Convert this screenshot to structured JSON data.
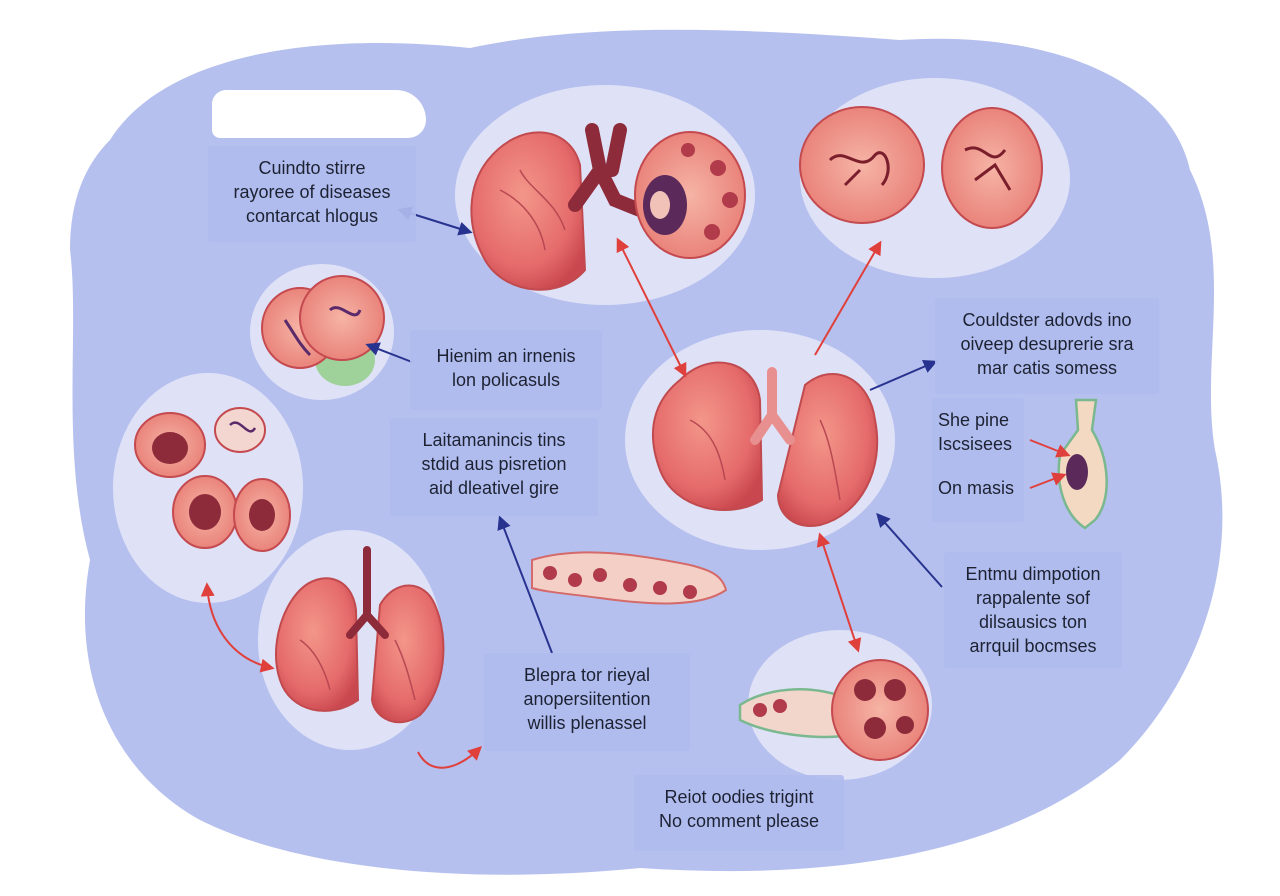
{
  "labels": {
    "top_left": [
      "Cuindto stirre",
      "rayoree of diseases",
      "contarcat hlogus"
    ],
    "mid_left": [
      "Hienim an irnenis",
      "lon policasuls"
    ],
    "center": [
      "Laitamanincis tins",
      "stdid aus pisretion",
      "aid dleativel gire"
    ],
    "bottom_center": [
      "Blepra tor rieyal",
      "anopersiitention",
      "willis plenassel"
    ],
    "bottom": [
      "Reiot oodies trigint",
      "No comment please"
    ],
    "right_top": [
      "Couldster adovds ino",
      "oiveep desuprerie sra",
      "mar catis somess"
    ],
    "right_mid_a": [
      "She pine",
      "Iscsisees"
    ],
    "right_mid_b": "On masis",
    "right_bottom": [
      "Entmu dimpotion",
      "rappalente sof",
      "dilsausics ton",
      "arrquil bocmses"
    ]
  },
  "colors": {
    "background_blob": "#b6c0ee",
    "label_box": "#b0bcee",
    "tissue": "#e56b6b",
    "tissue_dark": "#a52a3a",
    "arrow_red": "#e0403c",
    "arrow_blue": "#27338f",
    "bubble": "#e6e8f8",
    "mucus_green": "#9fd19a"
  }
}
